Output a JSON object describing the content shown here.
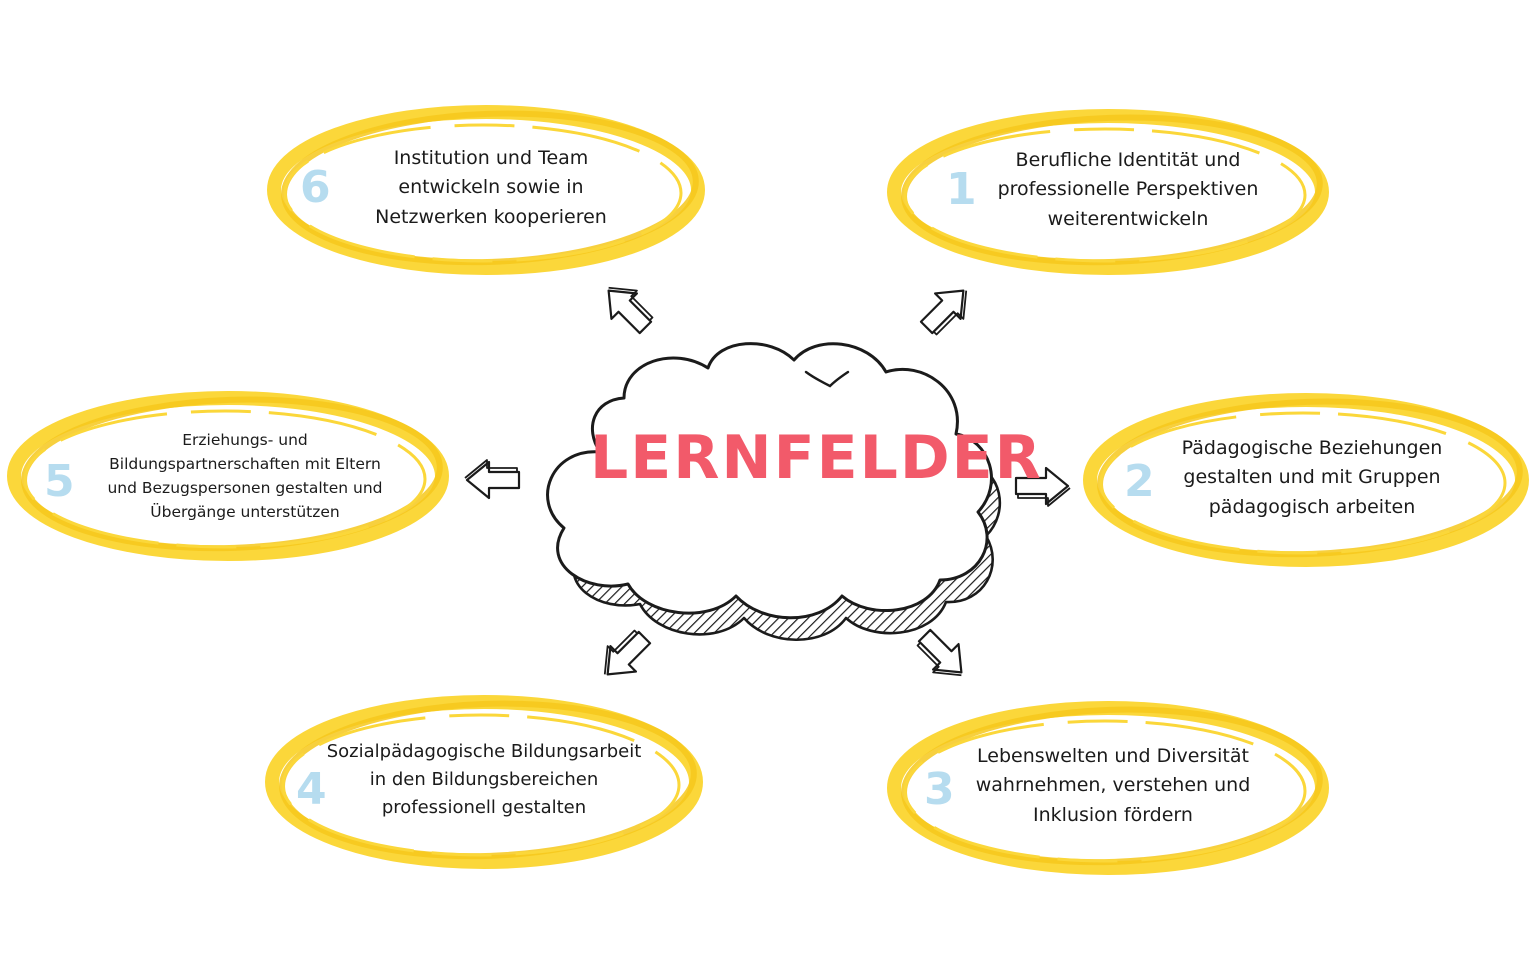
{
  "center": {
    "title": "LERNFELDER"
  },
  "colors": {
    "ring": "#fbd73a",
    "ring_dark": "#f6c81c",
    "number": "#b6dcef",
    "title": "#f25a6a",
    "ink": "#1b1b1b"
  },
  "nodes": [
    {
      "number": "1",
      "text": "Berufliche Identität und\nprofessionelle Perspektiven\nweiterentwickeln"
    },
    {
      "number": "2",
      "text": "Pädagogische Beziehungen\ngestalten und mit Gruppen\npädagogisch arbeiten"
    },
    {
      "number": "3",
      "text": "Lebenswelten und Diversität\nwahrnehmen, verstehen und\nInklusion fördern"
    },
    {
      "number": "4",
      "text": "Sozialpädagogische Bildungsarbeit\nin den Bildungsbereichen\nprofessionell gestalten"
    },
    {
      "number": "5",
      "text": "Erziehungs- und\nBildungspartnerschaften mit Eltern\nund Bezugspersonen gestalten und\nÜbergänge unterstützen"
    },
    {
      "number": "6",
      "text": "Institution und Team\nentwickeln sowie in\nNetzwerken kooperieren"
    }
  ],
  "arrows": [
    {
      "icon": "arrow-up-right-icon"
    },
    {
      "icon": "arrow-right-icon"
    },
    {
      "icon": "arrow-down-right-icon"
    },
    {
      "icon": "arrow-down-left-icon"
    },
    {
      "icon": "arrow-left-icon"
    },
    {
      "icon": "arrow-up-left-icon"
    }
  ]
}
